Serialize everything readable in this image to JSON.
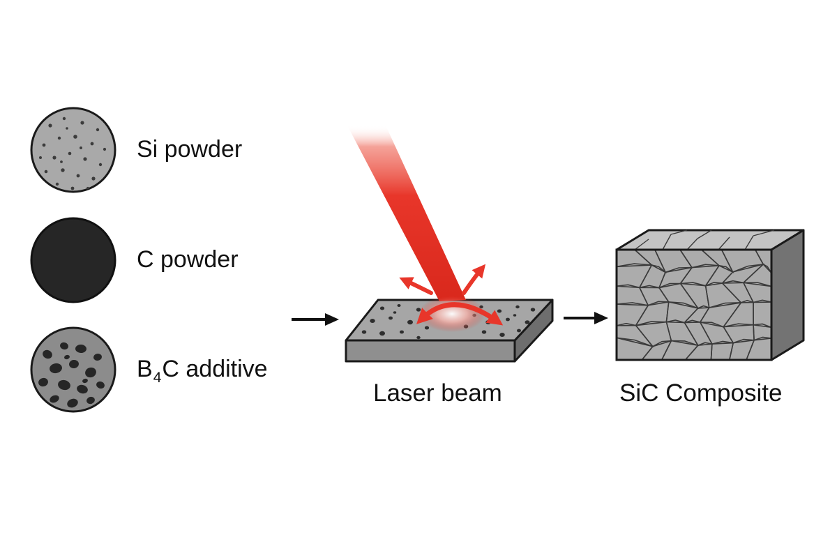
{
  "labels": {
    "si_powder": "Si powder",
    "c_powder": "C powder",
    "b4c_prefix": "B",
    "b4c_subscript": "4",
    "b4c_suffix": "C additive",
    "laser_beam": "Laser beam",
    "sic_composite": "SiC Composite"
  },
  "colors": {
    "background": "#ffffff",
    "outline": "#1a1a1a",
    "si_fill": "#a9a9a9",
    "si_dots": "#3c3c3c",
    "c_fill": "#262626",
    "b4c_fill": "#8c8c8c",
    "b4c_blobs": "#262626",
    "laser": "#e8362a",
    "slab_top": "#a6a6a6",
    "slab_front": "#8f8f8f",
    "slab_side": "#6e6e6e",
    "cube_front": "#acacac",
    "cube_top": "#c4c4c4",
    "cube_side": "#737373",
    "grain_line": "#3a3a3a"
  },
  "icons": [
    "arrow-right-icon",
    "arrow-right-icon"
  ]
}
